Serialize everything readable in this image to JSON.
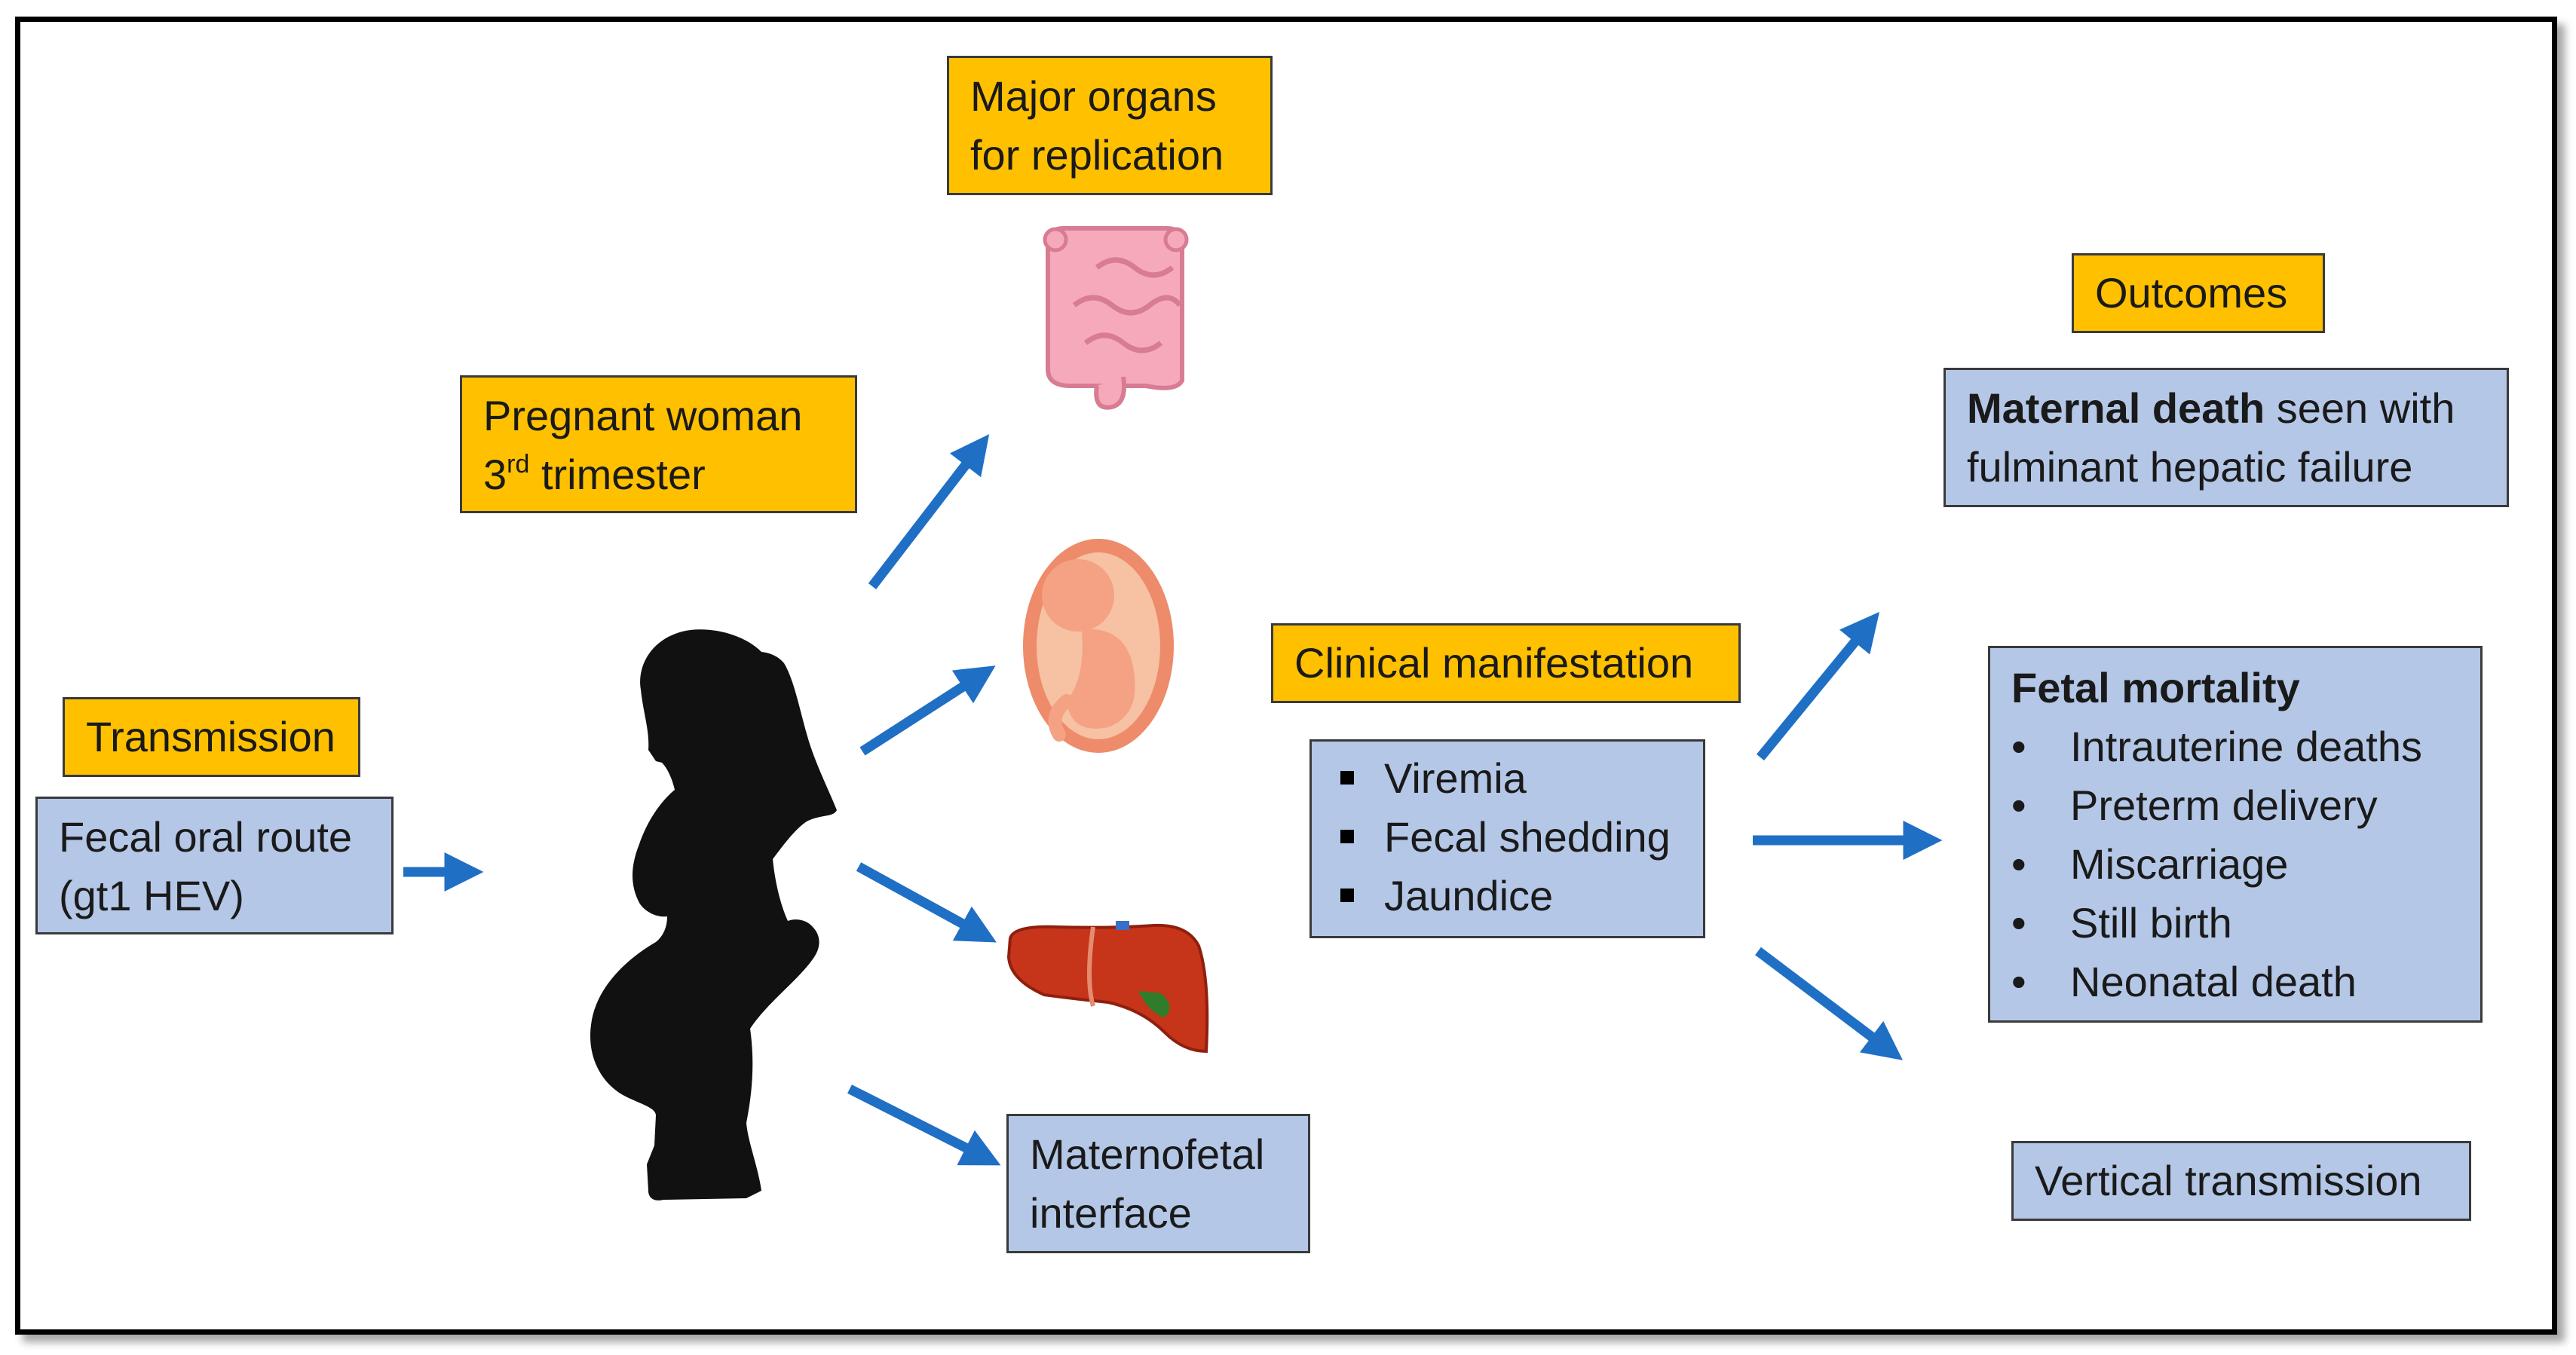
{
  "colors": {
    "label_yellow": "#ffc000",
    "label_blue": "#b4c7e7",
    "arrow_blue": "#1f6fc5",
    "silhouette": "#111111"
  },
  "transmission": {
    "title": "Transmission",
    "route_line1": "Fecal oral route",
    "route_line2": "(gt1 HEV)"
  },
  "pregnant": {
    "line1": "Pregnant woman",
    "ordinal": "3",
    "sup": "rd",
    "rest": " trimester"
  },
  "organs": {
    "line1": "Major organs",
    "line2": "for replication"
  },
  "icons": [
    "intestine-icon",
    "fetus-icon",
    "liver-icon",
    "pregnant-woman-silhouette-icon"
  ],
  "maternofetal": {
    "line1": "Maternofetal",
    "line2": "interface"
  },
  "clinical": {
    "title": "Clinical manifestation",
    "items": [
      "Viremia",
      "Fecal shedding",
      "Jaundice"
    ]
  },
  "outcomes": {
    "title": "Outcomes",
    "maternal_bold": "Maternal death",
    "maternal_rest": " seen with",
    "maternal_line2": "fulminant hepatic failure",
    "fetal_title": "Fetal mortality",
    "fetal_items": [
      "Intrauterine deaths",
      "Preterm delivery",
      "Miscarriage",
      "Still birth",
      "Neonatal death"
    ],
    "vertical": "Vertical transmission"
  }
}
